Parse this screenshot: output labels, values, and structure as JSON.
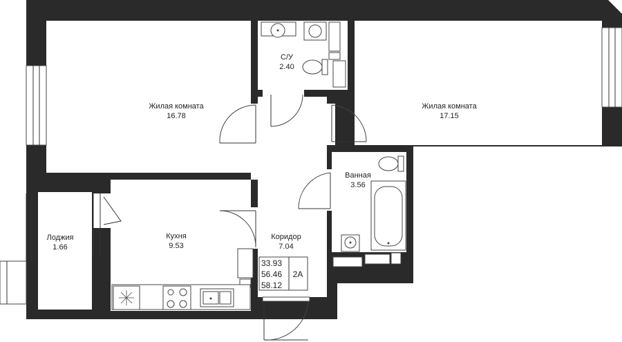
{
  "rooms": [
    {
      "id": "living-room-1",
      "name": "Жилая комната",
      "area": "16.78"
    },
    {
      "id": "bathroom-wc",
      "name": "С/У",
      "area": "2.40"
    },
    {
      "id": "living-room-2",
      "name": "Жилая комната",
      "area": "17.15"
    },
    {
      "id": "bath",
      "name": "Ванная",
      "area": "3.56"
    },
    {
      "id": "loggia",
      "name": "Лоджия",
      "area": "1.66"
    },
    {
      "id": "kitchen",
      "name": "Кухня",
      "area": "9.53"
    },
    {
      "id": "corridor",
      "name": "Коридор",
      "area": "7.04"
    }
  ],
  "summary": {
    "living_area": "33.93",
    "total_area": "56.46",
    "total_with_loggia": "58.12",
    "apartment_type": "2А"
  },
  "colors": {
    "wall": "#2a2a2a",
    "background": "#ffffff"
  }
}
